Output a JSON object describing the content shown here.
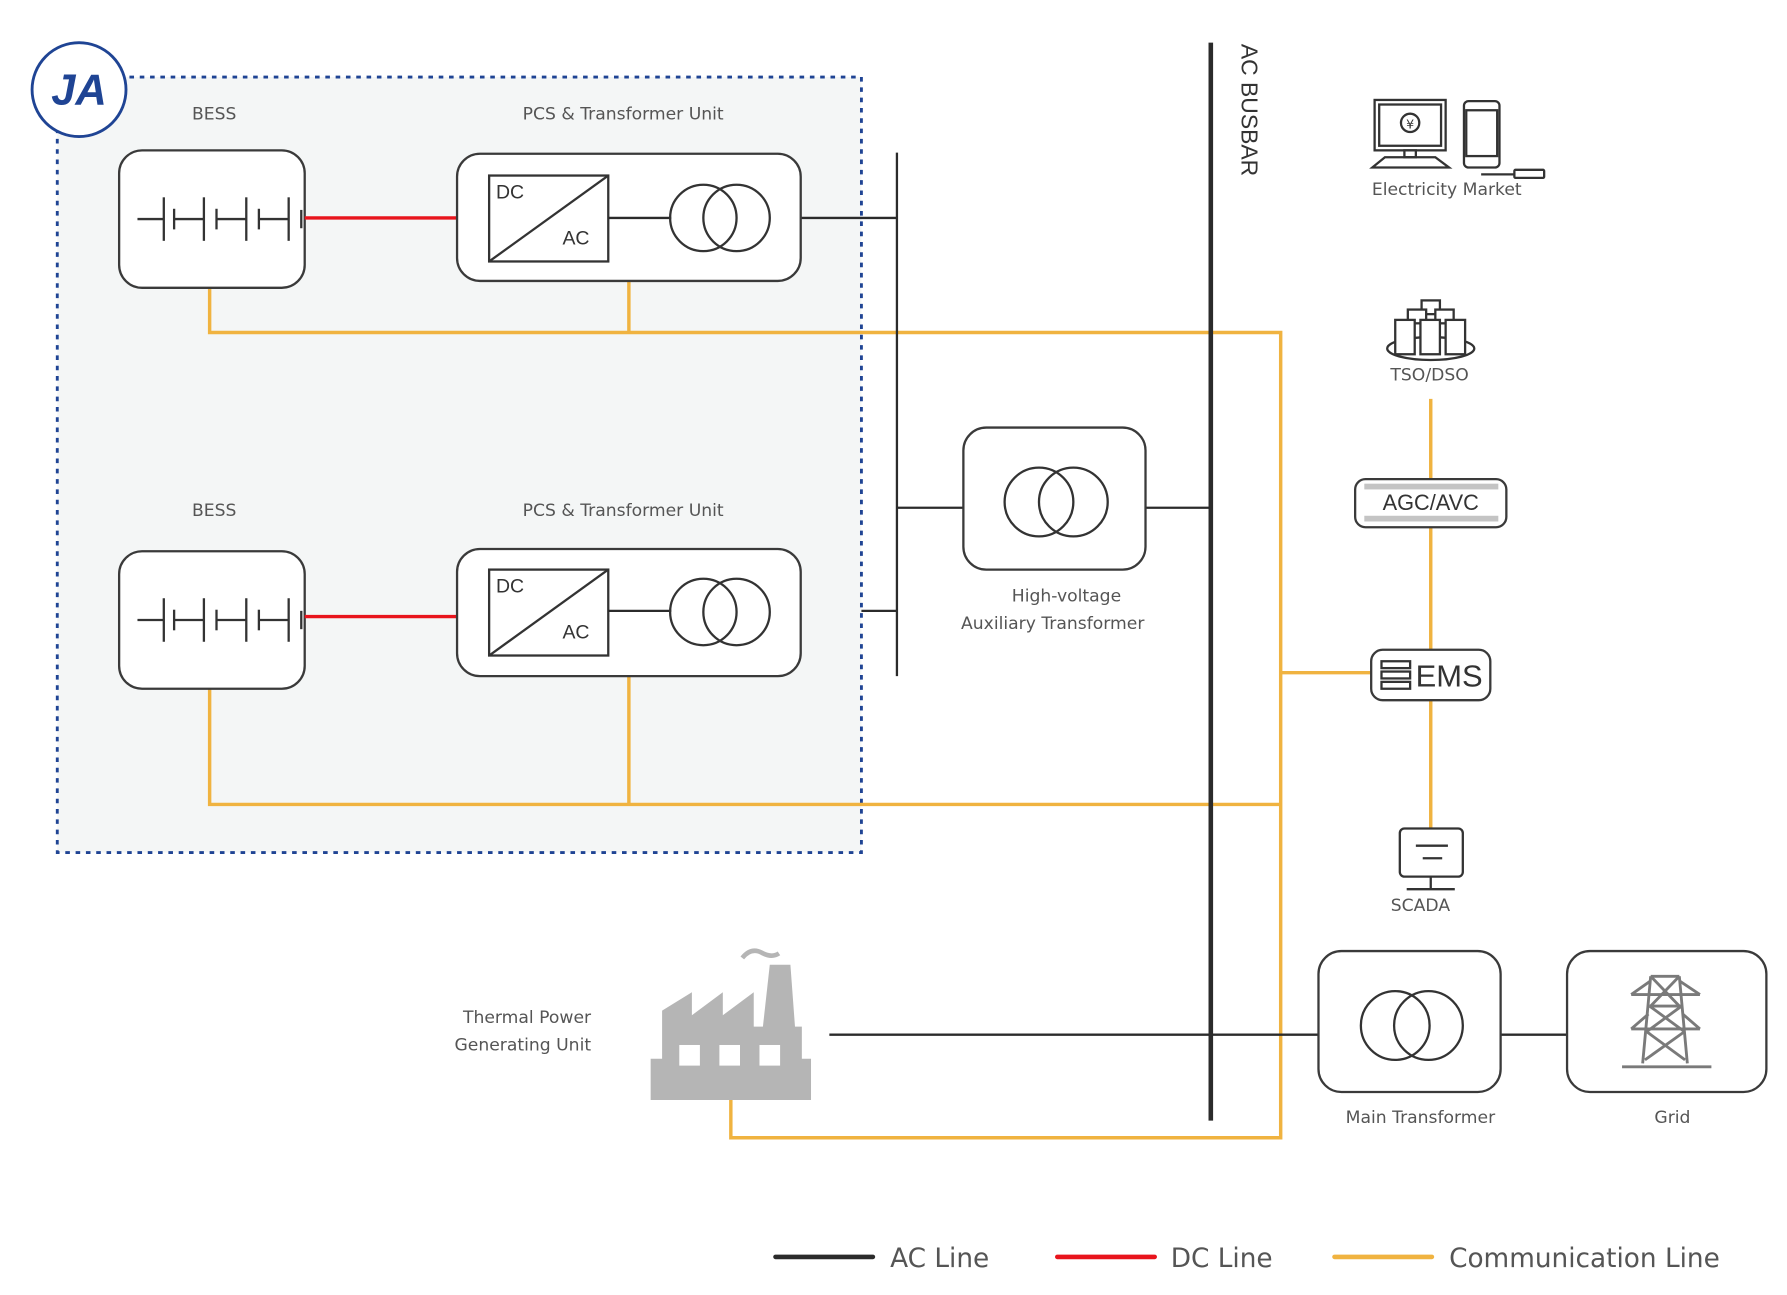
{
  "logo": {
    "text": "JA",
    "color": "#1f4494"
  },
  "colors": {
    "ac_line": "#2b2b2b",
    "dc_line": "#e8141c",
    "communication_line": "#f0b340",
    "boundary": "#1f4494",
    "boundary_fill": "#f4f6f6"
  },
  "bess_units": [
    {
      "label": "BESS",
      "pcs_label": "PCS & Transformer Unit",
      "dc_text": "DC",
      "ac_text": "AC"
    },
    {
      "label": "BESS",
      "pcs_label": "PCS & Transformer Unit",
      "dc_text": "DC",
      "ac_text": "AC"
    }
  ],
  "busbar": {
    "label": "AC BUSBAR"
  },
  "aux_transformer": {
    "line1": "High-voltage",
    "line2": "Auxiliary Transformer"
  },
  "thermal": {
    "line1": "Thermal Power",
    "line2": "Generating Unit"
  },
  "control": {
    "electricity_market": "Electricity Market",
    "tso_dso": "TSO/DSO",
    "agc_avc": "AGC/AVC",
    "ems": "EMS",
    "scada": "SCADA",
    "currency_symbol": "¥"
  },
  "main_transformer": {
    "label": "Main Transformer"
  },
  "grid": {
    "label": "Grid"
  },
  "legend": [
    {
      "label": "AC Line",
      "color": "#2b2b2b"
    },
    {
      "label": "DC Line",
      "color": "#e8141c"
    },
    {
      "label": "Communication Line",
      "color": "#f0b340"
    }
  ]
}
